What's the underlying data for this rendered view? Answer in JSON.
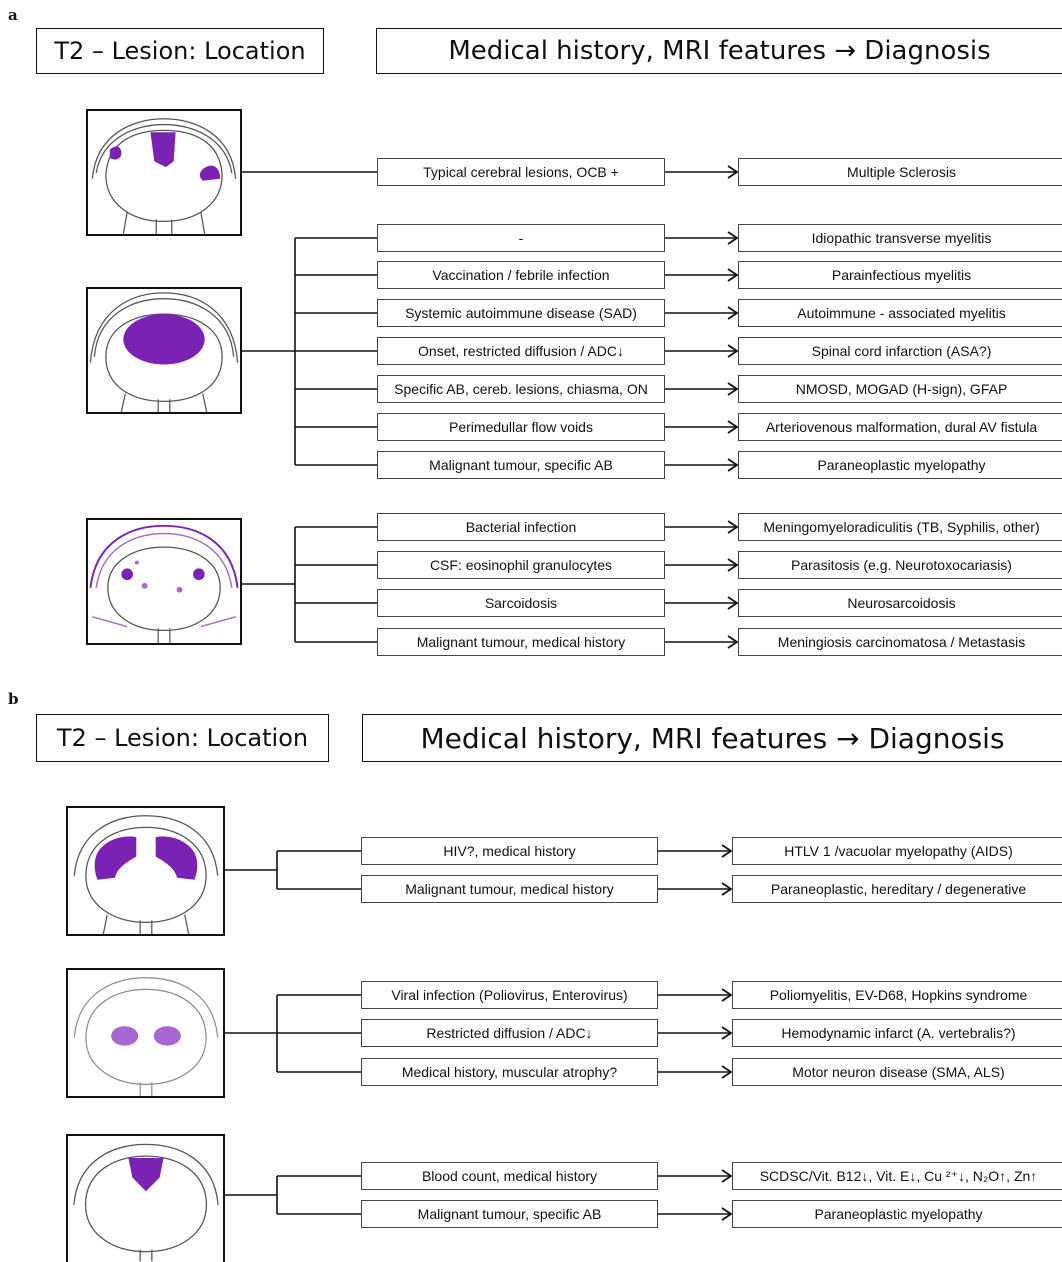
{
  "colors": {
    "lesion": "#7a22b4",
    "lesion_light": "#a866d0",
    "outline": "#555555"
  },
  "panel_a": {
    "letter": "a",
    "left_header": "T2 – Lesion: Location",
    "right_header": "Medical history, MRI features → Diagnosis",
    "groups": [
      {
        "lesion_icon": "spinal-cord-ms-patchy",
        "rows": [
          {
            "history": "Typical cerebral lesions, OCB +",
            "diagnosis": "Multiple Sclerosis"
          }
        ]
      },
      {
        "lesion_icon": "spinal-cord-transverse",
        "rows": [
          {
            "history": "-",
            "diagnosis": "Idiopathic transverse myelitis"
          },
          {
            "history": "Vaccination / febrile infection",
            "diagnosis": "Parainfectious myelitis"
          },
          {
            "history": "Systemic autoimmune disease (SAD)",
            "diagnosis": "Autoimmune - associated myelitis"
          },
          {
            "history": "Onset, restricted diffusion / ADC↓",
            "diagnosis": "Spinal cord infarction (ASA?)"
          },
          {
            "history": "Specific AB, cereb. lesions, chiasma, ON",
            "diagnosis": "NMOSD, MOGAD (H-sign), GFAP"
          },
          {
            "history": "Perimedullar flow voids",
            "diagnosis": "Arteriovenous malformation, dural AV fistula"
          },
          {
            "history": "Malignant tumour, specific AB",
            "diagnosis": "Paraneoplastic myelopathy"
          }
        ]
      },
      {
        "lesion_icon": "spinal-cord-meningeal",
        "rows": [
          {
            "history": "Bacterial infection",
            "diagnosis": "Meningomyeloradiculitis (TB, Syphilis, other)"
          },
          {
            "history": "CSF: eosinophil granulocytes",
            "diagnosis": "Parasitosis (e.g. Neurotoxocariasis)"
          },
          {
            "history": "Sarcoidosis",
            "diagnosis": "Neurosarcoidosis"
          },
          {
            "history": "Malignant tumour, medical history",
            "diagnosis": "Meningiosis carcinomatosa / Metastasis"
          }
        ]
      }
    ]
  },
  "panel_b": {
    "letter": "b",
    "left_header": "T2 – Lesion: Location",
    "right_header": "Medical history, MRI features → Diagnosis",
    "groups": [
      {
        "lesion_icon": "spinal-cord-lateral-columns",
        "rows": [
          {
            "history": "HIV?, medical history",
            "diagnosis": "HTLV 1 /vacuolar myelopathy (AIDS)"
          },
          {
            "history": "Malignant tumour, medical history",
            "diagnosis": "Paraneoplastic, hereditary / degenerative"
          }
        ]
      },
      {
        "lesion_icon": "spinal-cord-anterior-horns",
        "rows": [
          {
            "history": "Viral infection (Poliovirus, Enterovirus)",
            "diagnosis": "Poliomyelitis, EV-D68, Hopkins syndrome"
          },
          {
            "history": "Restricted diffusion / ADC↓",
            "diagnosis": "Hemodynamic infarct (A. vertebralis?)"
          },
          {
            "history": "Medical history, muscular atrophy?",
            "diagnosis": "Motor neuron disease (SMA, ALS)"
          }
        ]
      },
      {
        "lesion_icon": "spinal-cord-dorsal-columns",
        "rows": [
          {
            "history": "Blood count, medical history",
            "diagnosis": "SCDSC/Vit. B12↓, Vit. E↓, Cu ²⁺↓, N₂O↑, Zn↑"
          },
          {
            "history": "Malignant tumour, specific AB",
            "diagnosis": "Paraneoplastic myelopathy"
          }
        ]
      }
    ]
  }
}
